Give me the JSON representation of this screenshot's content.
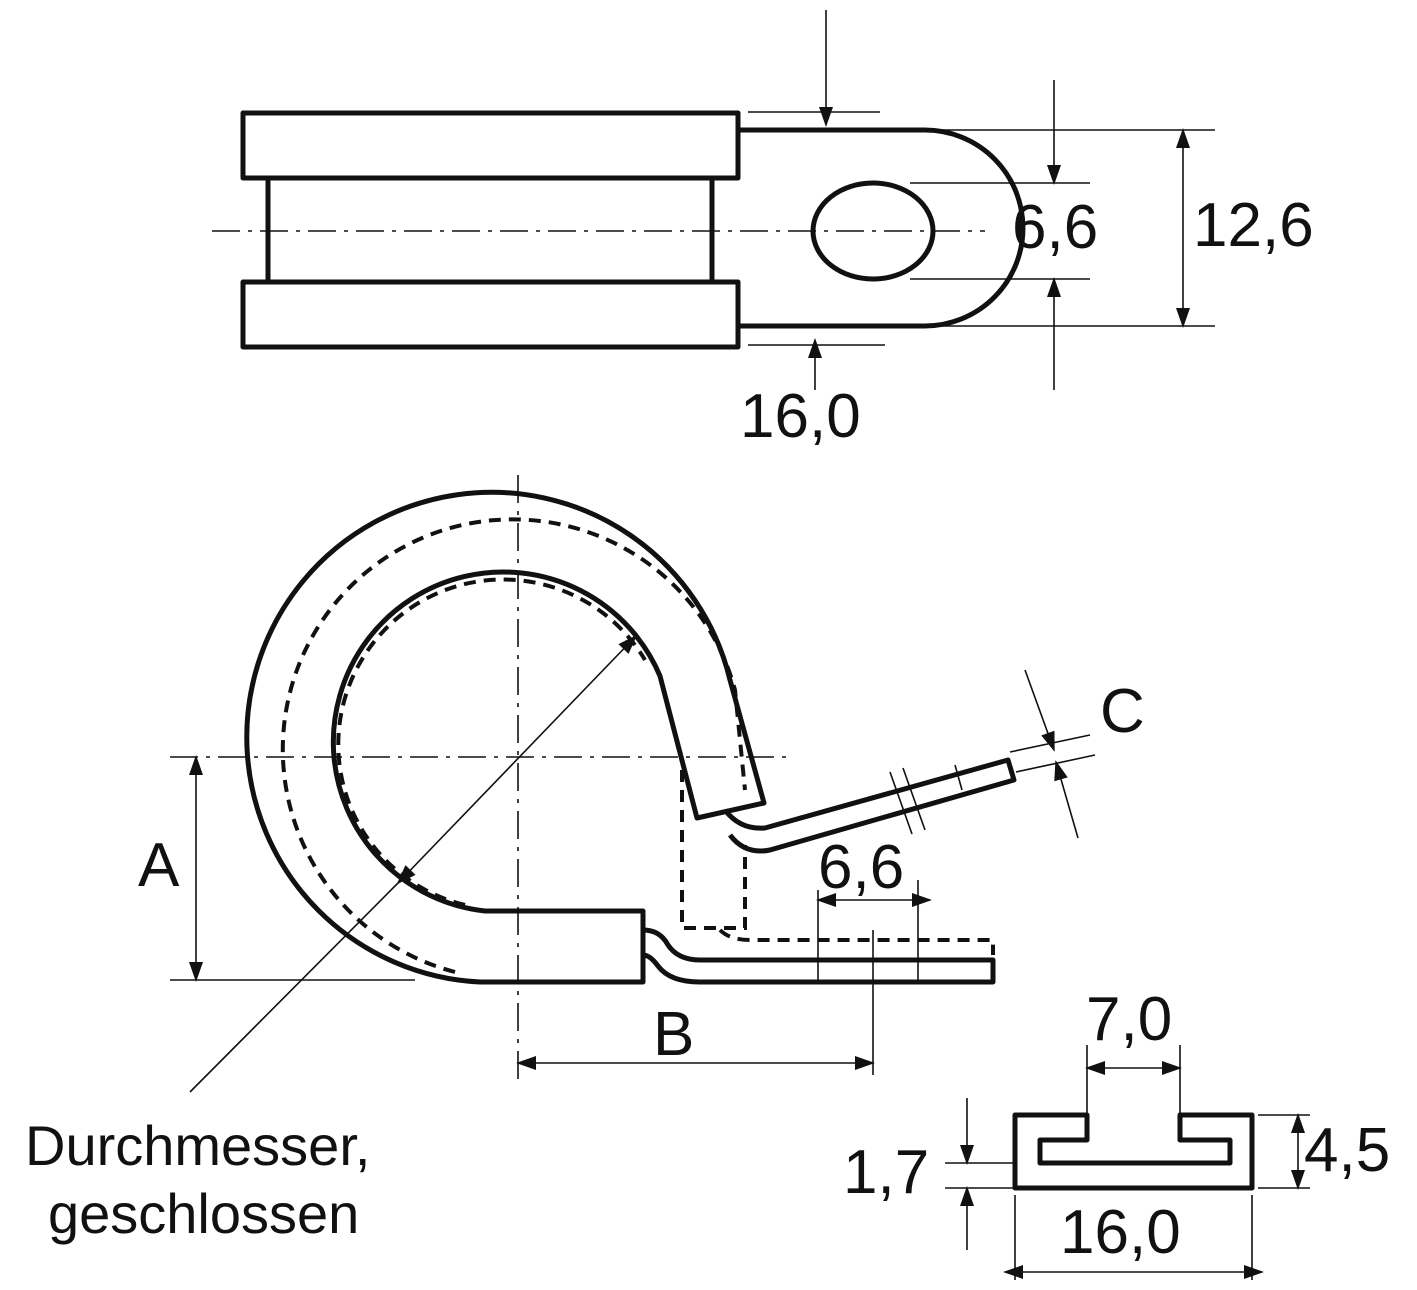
{
  "top_view": {
    "dim_width": "16,0",
    "dim_hole": "6,6",
    "dim_height": "12,6"
  },
  "side_view": {
    "label_a": "A",
    "label_b": "B",
    "label_c": "C",
    "dim_hole": "6,6",
    "diameter_line1": "Durchmesser,",
    "diameter_line2": "geschlossen"
  },
  "profile_view": {
    "dim_slot": "7,0",
    "dim_height": "4,5",
    "dim_wall": "1,7",
    "dim_width": "16,0"
  }
}
